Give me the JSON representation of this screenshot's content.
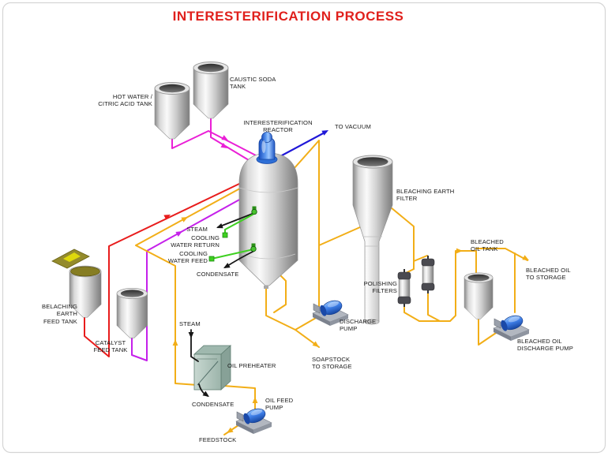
{
  "title": {
    "text": "INTERESTERIFICATION PROCESS",
    "color": "#e0201c"
  },
  "labels": {
    "hot_water_citric_acid_tank": "HOT WATER /\nCITRIC ACID TANK",
    "caustic_soda_tank": "CAUSTIC SODA\nTANK",
    "reactor": "INTERESTERIFICATION\nREACTOR",
    "to_vacuum": "TO VACUUM",
    "bleaching_earth_filter": "BLEACHING EARTH\nFILTER",
    "steam_reactor": "STEAM",
    "cooling_water_return": "COOLING\nWATER RETURN",
    "cooling_water_feed": "COOLING\nWATER FEED",
    "condensate_reactor": "CONDENSATE",
    "belaching_earth_feed_tank": "BELACHING\nEARTH\nFEED TANK",
    "catalyst_feed_tank": "CATALYST\nFEED TANK",
    "steam_preheater": "STEAM",
    "oil_preheater": "OIL PREHEATER",
    "condensate_preheater": "CONDENSATE",
    "oil_feed_pump": "OIL FEED\nPUMP",
    "feedstock": "FEEDSTOCK",
    "discharge_pump": "DISCHARGE\nPUMP",
    "soapstock_to_storage": "SOAPSTOCK\nTO STORAGE",
    "polishing_filters": "POLISHING\nFILTERS",
    "bleached_oil_tank": "BLEACHED\nOIL TANK",
    "bleached_oil_to_storage": "BLEACHED OIL\nTO STORAGE",
    "bleached_oil_discharge_pump": "BLEACHED OIL\nDISCHARGE PUMP"
  },
  "streams": {
    "hot_water_caustic": {
      "color": "#ea1fd6"
    },
    "catalyst": {
      "color": "#c521ea"
    },
    "bleaching_earth": {
      "color": "#e81c1c"
    },
    "process_oil": {
      "color": "#f2ae17"
    },
    "vacuum": {
      "color": "#2018d8"
    },
    "cooling_water": {
      "color": "#3ed021"
    },
    "steam_condensate": {
      "color": "#161616"
    }
  }
}
